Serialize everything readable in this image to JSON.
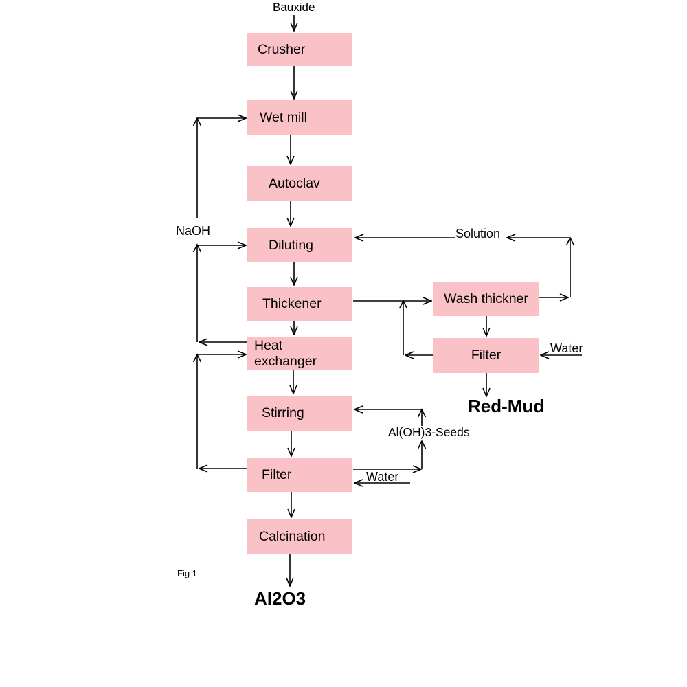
{
  "figure": {
    "caption": "Fig 1"
  },
  "process": {
    "input": "Bauxide",
    "output": "Al2O3",
    "byproduct": "Red-Mud"
  },
  "nodes": {
    "crusher": "Crusher",
    "wet_mill": "Wet mill",
    "autoclav": "Autoclav",
    "diluting": "Diluting",
    "thickener": "Thickener",
    "heat_exchanger": "Heat exchanger",
    "stirring": "Stirring",
    "filter_main": "Filter",
    "calcination": "Calcination",
    "wash_thickner": "Wash thickner",
    "filter_right": "Filter"
  },
  "stream_labels": {
    "naoh": "NaOH",
    "solution": "Solution",
    "water_wash_filter": "Water",
    "seeds": "Al(OH)3-Seeds",
    "water_main_filter": "Water"
  },
  "colors": {
    "node_fill": "#FAC2C7",
    "line": "#000000",
    "text": "#000000",
    "background": "#FFFFFF"
  }
}
